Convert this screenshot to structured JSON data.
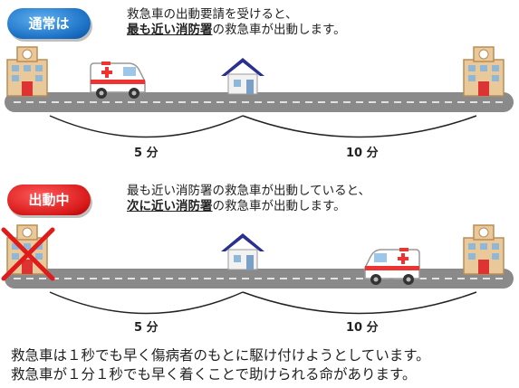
{
  "panels": [
    {
      "badge": "通常は",
      "badge_color": "#1a6fc4",
      "line1": "救急車の出動要請を受けると、",
      "line2_bold": "最も近い消防署",
      "line2_rest": "の救急車が出動します。",
      "distance_left": "5 分",
      "distance_right": "10 分"
    },
    {
      "badge": "出動中",
      "badge_color": "#d81a1a",
      "line1": "最も近い消防署の救急車が出動していると、",
      "line2_bold": "次に近い消防署",
      "line2_rest": "の救急車が出動します。",
      "distance_left": "5 分",
      "distance_right": "10 分"
    }
  ],
  "footer": {
    "line1": "救急車は１秒でも早く傷病者のもとに駆け付けようとしています。",
    "line2": "救急車が１分１秒でも早く着くことで助けられる命があります。"
  },
  "colors": {
    "road": "#8a8a8a",
    "road_line": "#ffffff",
    "building": "#e9c89a",
    "building_dark": "#b98d57",
    "house_roof": "#2b2f8f",
    "cross": "#e01b1b"
  },
  "icons": [
    "fire-station-icon",
    "ambulance-icon",
    "house-icon",
    "cross-mark-icon"
  ]
}
